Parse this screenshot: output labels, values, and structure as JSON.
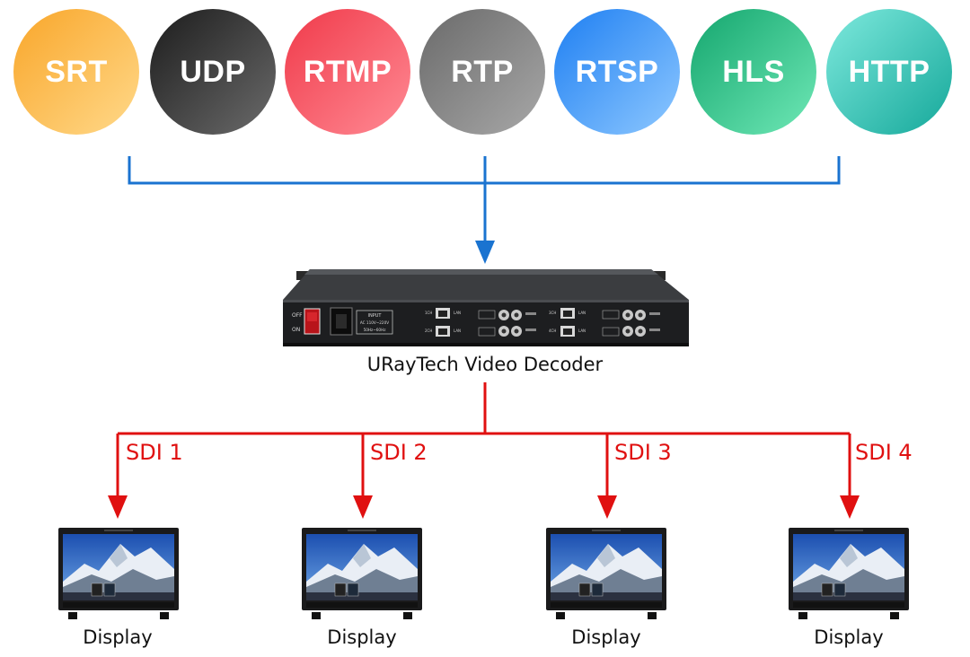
{
  "protocols": [
    {
      "label": "SRT",
      "color_from": "#ffd98a",
      "color_to": "#f9a62a"
    },
    {
      "label": "UDP",
      "color_from": "#6b6b6b",
      "color_to": "#1c1c1c"
    },
    {
      "label": "RTMP",
      "color_from": "#ff8a94",
      "color_to": "#f03a4a"
    },
    {
      "label": "RTP",
      "color_from": "#a8a8a8",
      "color_to": "#6a6a6a"
    },
    {
      "label": "RTSP",
      "color_from": "#8ec8ff",
      "color_to": "#1e7ff2"
    },
    {
      "label": "HLS",
      "color_from": "#6fe8b6",
      "color_to": "#14a66e"
    },
    {
      "label": "HTTP",
      "color_from": "#7ee9dd",
      "color_to": "#15a89a"
    }
  ],
  "input_line_color": "#1a73d0",
  "output_line_color": "#e01010",
  "device": {
    "label": "URayTech Video Decoder",
    "panel_off": "OFF",
    "panel_on": "ON",
    "panel_input": "INPUT",
    "panel_ac": "AC 110V~220V",
    "panel_hz": "50Hz~60Hz",
    "ports": [
      "1CH",
      "2CH",
      "3CH",
      "4CH"
    ],
    "lan_label": "LAN"
  },
  "outputs": [
    {
      "sdi": "SDI 1",
      "display": "Display"
    },
    {
      "sdi": "SDI 2",
      "display": "Display"
    },
    {
      "sdi": "SDI 3",
      "display": "Display"
    },
    {
      "sdi": "SDI 4",
      "display": "Display"
    }
  ]
}
